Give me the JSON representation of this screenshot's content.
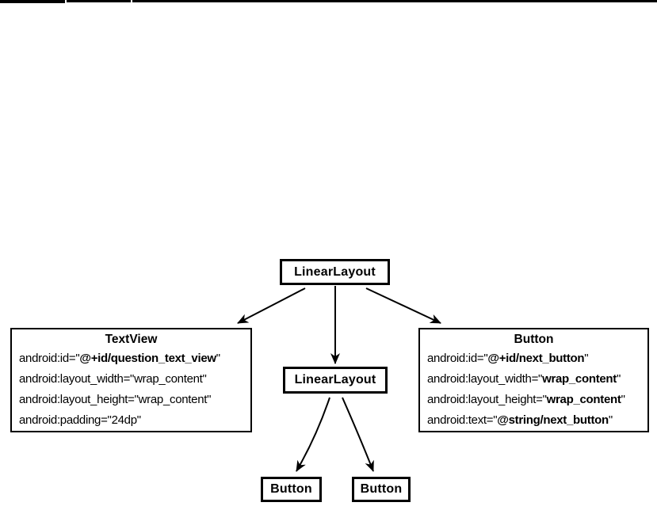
{
  "figure": {
    "colors": {
      "ink": "#000000",
      "background": "#ffffff"
    },
    "root": {
      "title": "LinearLayout"
    },
    "textview": {
      "title": "TextView",
      "attrs": [
        {
          "prefix": "android:id=\"",
          "value": "@+id/question_text_view",
          "suffix": "\""
        },
        {
          "prefix": "android:layout_width=\"",
          "value": "wrap_content",
          "suffix": "\""
        },
        {
          "prefix": "android:layout_height=\"",
          "value": "wrap_content",
          "suffix": "\""
        },
        {
          "prefix": "android:padding=\"",
          "value": "24dp",
          "suffix": "\""
        }
      ]
    },
    "inner": {
      "title": "LinearLayout"
    },
    "next_button": {
      "title": "Button",
      "attrs": [
        {
          "prefix": "android:id=\"",
          "value": "@+id/next_button",
          "suffix": "\""
        },
        {
          "prefix": "android:layout_width=\"",
          "value": "wrap_content",
          "suffix": "\""
        },
        {
          "prefix": "android:layout_height=\"",
          "value": "wrap_content",
          "suffix": "\""
        },
        {
          "prefix": "android:text=\"",
          "value": "@string/next_button",
          "suffix": "\""
        }
      ]
    },
    "leaf_buttons": [
      {
        "label": "Button"
      },
      {
        "label": "Button"
      }
    ]
  }
}
